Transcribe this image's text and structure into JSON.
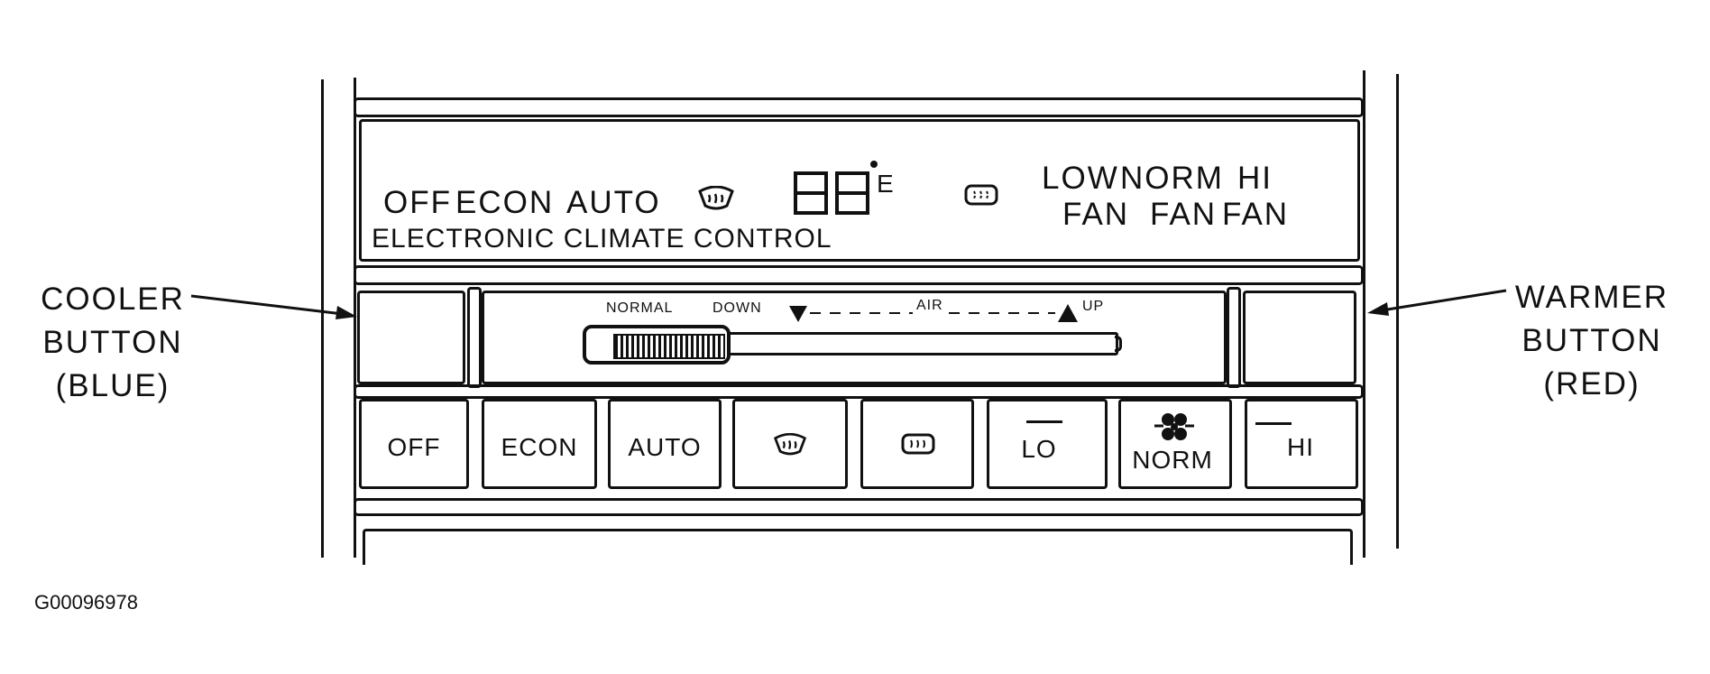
{
  "display": {
    "mode_labels": [
      "OFF",
      "ECON",
      "AUTO"
    ],
    "temperature_digits": "88",
    "temp_unit": "E",
    "fan_labels_top": [
      "LOW",
      "NORM",
      "HI"
    ],
    "fan_labels_bottom": [
      "FAN",
      "FAN",
      "FAN"
    ],
    "panel_title": "ELECTRONIC CLIMATE CONTROL"
  },
  "air_slider": {
    "label_normal": "NORMAL",
    "label_down": "DOWN",
    "label_air": "AIR",
    "label_up": "UP",
    "icons": [
      "down-triangle",
      "up-triangle"
    ]
  },
  "buttons": [
    {
      "label": "OFF"
    },
    {
      "label": "ECON"
    },
    {
      "label": "AUTO"
    },
    {
      "label": "",
      "icon": "front-defrost-icon"
    },
    {
      "label": "",
      "icon": "rear-defrost-icon"
    },
    {
      "label": "LO"
    },
    {
      "label": "NORM",
      "icon": "fan-icon"
    },
    {
      "label": "HI"
    }
  ],
  "callouts": {
    "cooler": [
      "COOLER",
      "BUTTON",
      "(BLUE)"
    ],
    "warmer": [
      "WARMER",
      "BUTTON",
      "(RED)"
    ]
  },
  "figure_id": "G00096978"
}
